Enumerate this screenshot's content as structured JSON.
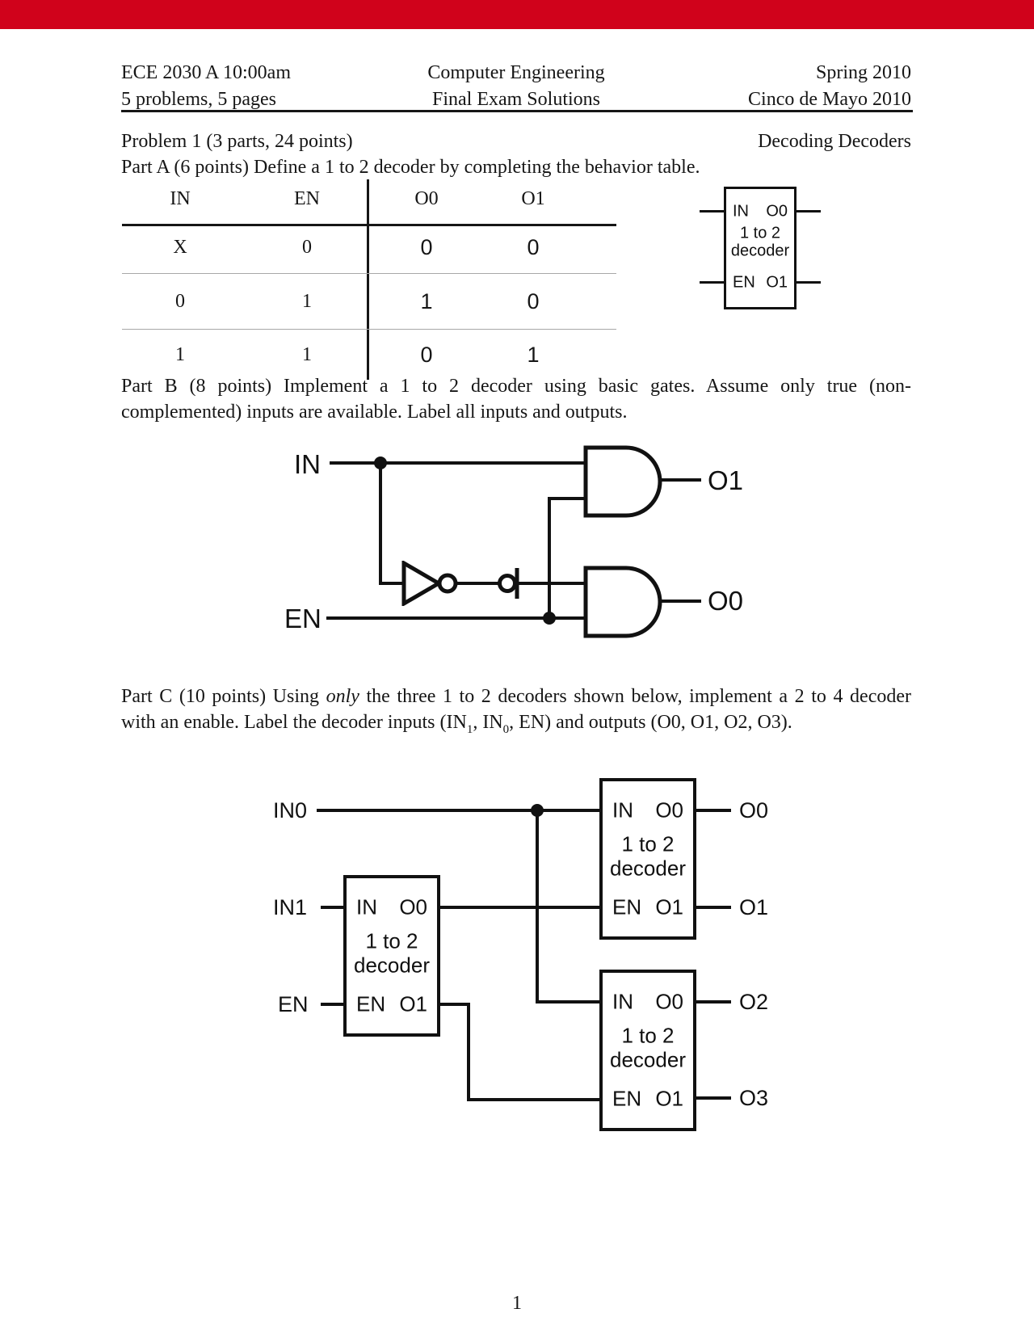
{
  "topbar": {
    "color": "#d0021b"
  },
  "header": {
    "course": "ECE 2030 A 10:00am",
    "subject": "Computer Engineering",
    "term": "Spring 2010",
    "pages_info": "5 problems, 5 pages",
    "doc_title": "Final Exam Solutions",
    "date": "Cinco de Mayo 2010"
  },
  "problem": {
    "title": "Problem 1 (3 parts, 24 points)",
    "topic": "Decoding Decoders"
  },
  "part_a": {
    "intro": "Part A (6 points) Define a 1 to 2 decoder by completing the behavior table.",
    "table": {
      "headers": [
        "IN",
        "EN",
        "O0",
        "O1"
      ],
      "rows": [
        {
          "in": "X",
          "en": "0",
          "o0": "0",
          "o1": "0"
        },
        {
          "in": "0",
          "en": "1",
          "o0": "1",
          "o1": "0"
        },
        {
          "in": "1",
          "en": "1",
          "o0": "0",
          "o1": "1"
        }
      ]
    },
    "decoder_block": {
      "in": "IN",
      "o0": "O0",
      "mid1": "1 to 2",
      "mid2": "decoder",
      "en": "EN",
      "o1": "O1"
    }
  },
  "part_b": {
    "intro_line1": "Part B (8 points) Implement a 1 to 2 decoder using basic gates. Assume only true (non-",
    "intro_line2": "complemented) inputs are available. Label all inputs and outputs.",
    "in_label": "IN",
    "en_label": "EN",
    "o1_label": "O1",
    "o0_label": "O0"
  },
  "part_c": {
    "intro_line1_a": "Part C (10 points) Using ",
    "intro_line1_em": "only",
    "intro_line1_b": " the three 1 to 2 decoders shown below, implement a 2 to 4 decoder",
    "intro_line2_a": "with an enable. Label the decoder inputs (IN",
    "intro_line2_sub1": "1",
    "intro_line2_b": ", IN",
    "intro_line2_sub2": "0",
    "intro_line2_c": ", EN) and outputs (O0, O1, O2, O3).",
    "in0_label": "IN0",
    "in1_label": "IN1",
    "en_label": "EN",
    "out_labels": {
      "o0": "O0",
      "o1": "O1",
      "o2": "O2",
      "o3": "O3"
    },
    "decoder_block": {
      "in": "IN",
      "o0": "O0",
      "mid1": "1 to 2",
      "mid2": "decoder",
      "en": "EN",
      "o1": "O1"
    }
  },
  "footer": {
    "page_number": "1"
  }
}
